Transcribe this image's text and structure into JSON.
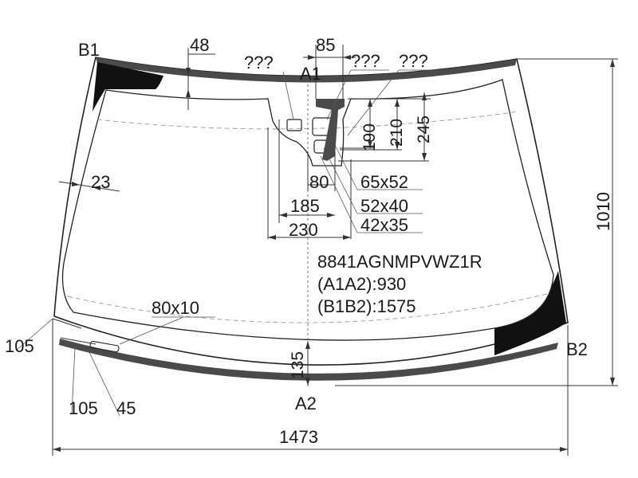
{
  "part_code": "8841AGNMPVWZ1R",
  "dims_a1a2": "(A1A2):930",
  "dims_b1b2": "(B1B2):1575",
  "points": {
    "b1": "B1",
    "b2": "B2",
    "a1": "A1",
    "a2": "A2"
  },
  "measurements": {
    "top_band": "48",
    "top_center": "85",
    "unknown_1": "???",
    "unknown_2": "???",
    "unknown_3": "???",
    "h190": "190",
    "h210": "210",
    "h245": "245",
    "side_23": "23",
    "w80": "80",
    "w185": "185",
    "w230": "230",
    "s65x52": "65x52",
    "s52x40": "52x40",
    "s42x35": "42x35",
    "heat_80x10": "80x10",
    "left_105": "105",
    "bottom_105": "105",
    "bottom_45": "45",
    "bottom_135": "135",
    "total_height": "1010",
    "total_width": "1473"
  }
}
